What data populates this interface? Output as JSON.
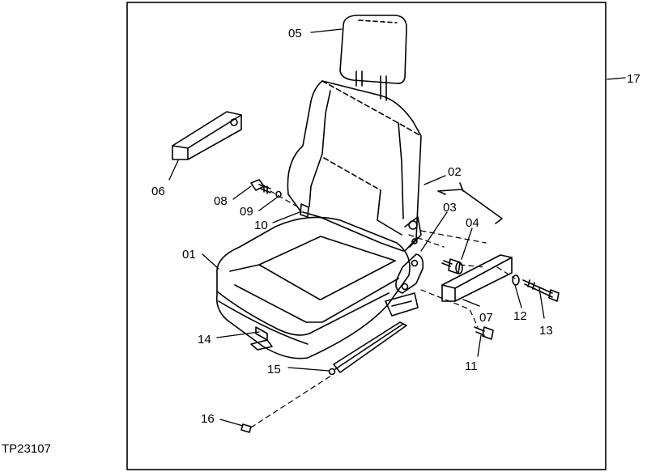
{
  "figure_id": "TP23107",
  "callouts": {
    "c01": "01",
    "c02": "02",
    "c03": "03",
    "c04": "04",
    "c05": "05",
    "c06": "06",
    "c07": "07",
    "c08": "08",
    "c09": "09",
    "c10": "10",
    "c11": "11",
    "c12": "12",
    "c13": "13",
    "c14": "14",
    "c15": "15",
    "c16": "16",
    "c17": "17"
  }
}
